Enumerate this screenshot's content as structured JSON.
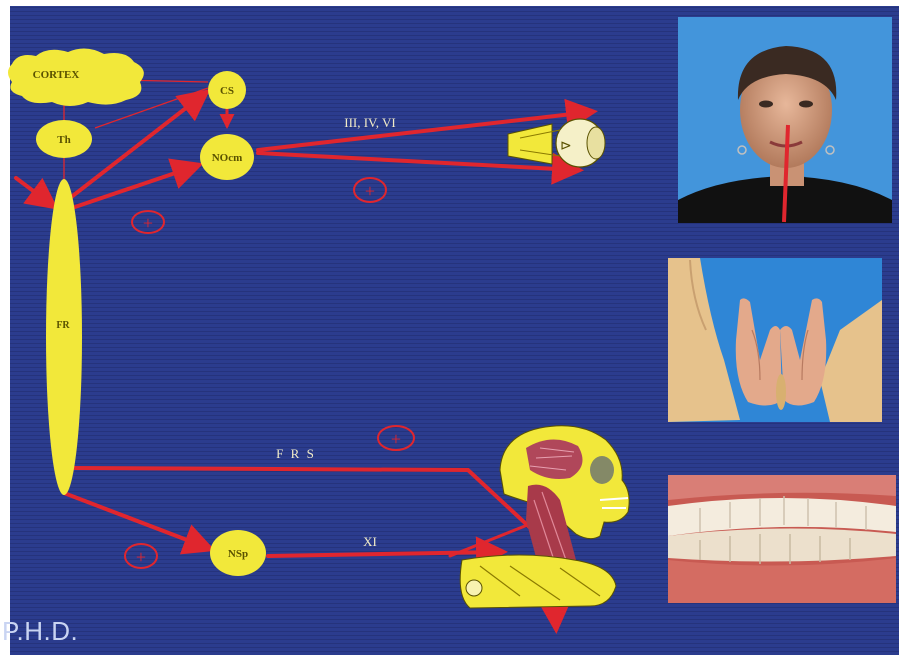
{
  "diagram": {
    "nodes": {
      "cortex": "CORTEX",
      "th": "Th",
      "cs": "CS",
      "nocm": "NOcm",
      "fr": "FR",
      "nsp": "NSp"
    },
    "pathway_labels": {
      "oculomotor": "III, IV, VI",
      "frs": "F R S",
      "xi": "XI"
    },
    "plus_marker": "+"
  },
  "footer": {
    "text": "P.H.D."
  },
  "photos": [
    {
      "name": "face-midline-photo"
    },
    {
      "name": "hands-photo"
    },
    {
      "name": "teeth-occlusion-photo"
    }
  ],
  "colors": {
    "background": "#2a3a8c",
    "node_fill": "#f2e83a",
    "arrow": "#e0262e",
    "photo_blue": "#3b8fd6"
  }
}
